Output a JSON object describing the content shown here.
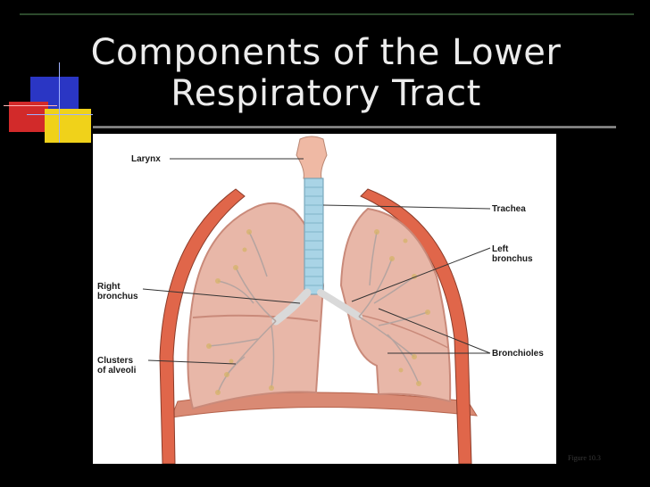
{
  "slide": {
    "title_line1": "Components of the Lower",
    "title_line2": "Respiratory Tract",
    "figure_number": "Figure 10.3"
  },
  "diagram": {
    "labels": {
      "larynx": "Larynx",
      "trachea": "Trachea",
      "left_bronchus_1": "Left",
      "left_bronchus_2": "bronchus",
      "right_bronchus_1": "Right",
      "right_bronchus_2": "bronchus",
      "clusters_1": "Clusters",
      "clusters_2": "of alveoli",
      "bronchioles": "Bronchioles"
    }
  },
  "colors": {
    "background": "#000000",
    "title": "#ececec",
    "lung": "#e8b7a8",
    "trachea": "#a9d4e6",
    "pleura": "#e0664a"
  }
}
